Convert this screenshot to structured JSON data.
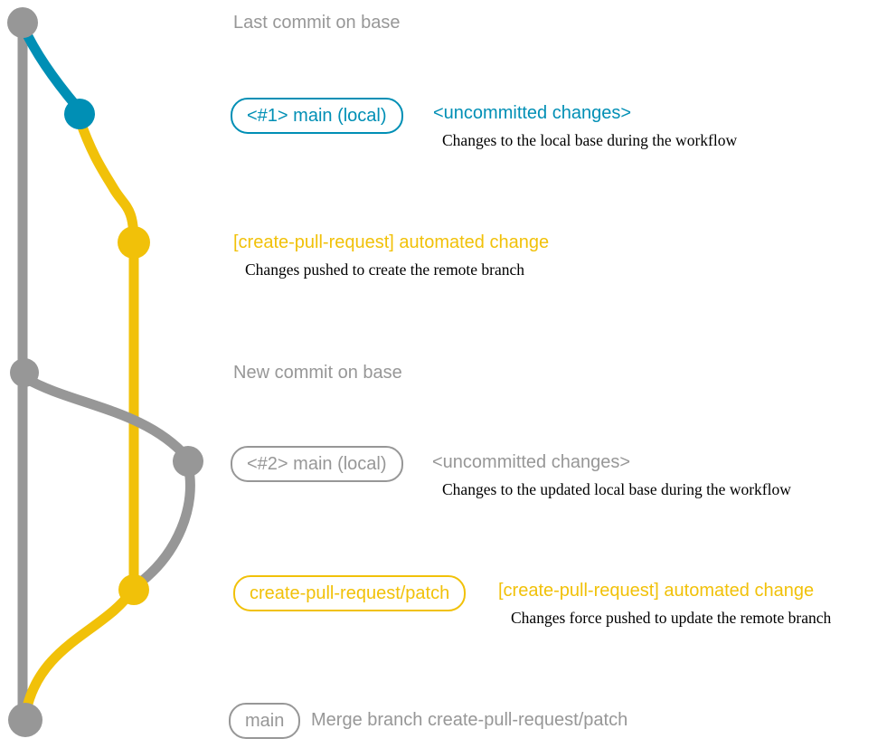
{
  "colors": {
    "gray": "#979797",
    "blue": "#008fb5",
    "yellow": "#f1c109",
    "ink": "#000000",
    "background": "#ffffff"
  },
  "graph": {
    "branches": [
      {
        "name": "base (main remote)",
        "color": "#979797"
      },
      {
        "name": "main (local)",
        "color": "#008fb5"
      },
      {
        "name": "create-pull-request/patch",
        "color": "#f1c109"
      }
    ],
    "commits": [
      {
        "name": "last-commit-on-base",
        "color": "#979797"
      },
      {
        "name": "uncommitted-changes-1",
        "color": "#008fb5"
      },
      {
        "name": "automated-change-1",
        "color": "#f1c109"
      },
      {
        "name": "new-commit-on-base",
        "color": "#979797"
      },
      {
        "name": "uncommitted-changes-2",
        "color": "#979797"
      },
      {
        "name": "automated-change-2",
        "color": "#f1c109"
      },
      {
        "name": "merge-commit",
        "color": "#979797"
      }
    ]
  },
  "annotations": {
    "last_commit": {
      "message": "Last commit on base"
    },
    "local_main_1": {
      "badge": "<#1> main (local)",
      "message": "<uncommitted changes>",
      "note": "Changes to the local base during the workflow"
    },
    "automated_1": {
      "message": "[create-pull-request] automated change",
      "note": "Changes pushed to create the remote branch"
    },
    "new_commit": {
      "message": "New commit on base"
    },
    "local_main_2": {
      "badge": "<#2> main (local)",
      "message": "<uncommitted changes>",
      "note": "Changes to the updated local base during the workflow"
    },
    "automated_2": {
      "badge": "create-pull-request/patch",
      "message": "[create-pull-request] automated change",
      "note": "Changes force pushed to update the remote branch"
    },
    "merge": {
      "badge": "main",
      "message": "Merge branch create-pull-request/patch"
    }
  }
}
